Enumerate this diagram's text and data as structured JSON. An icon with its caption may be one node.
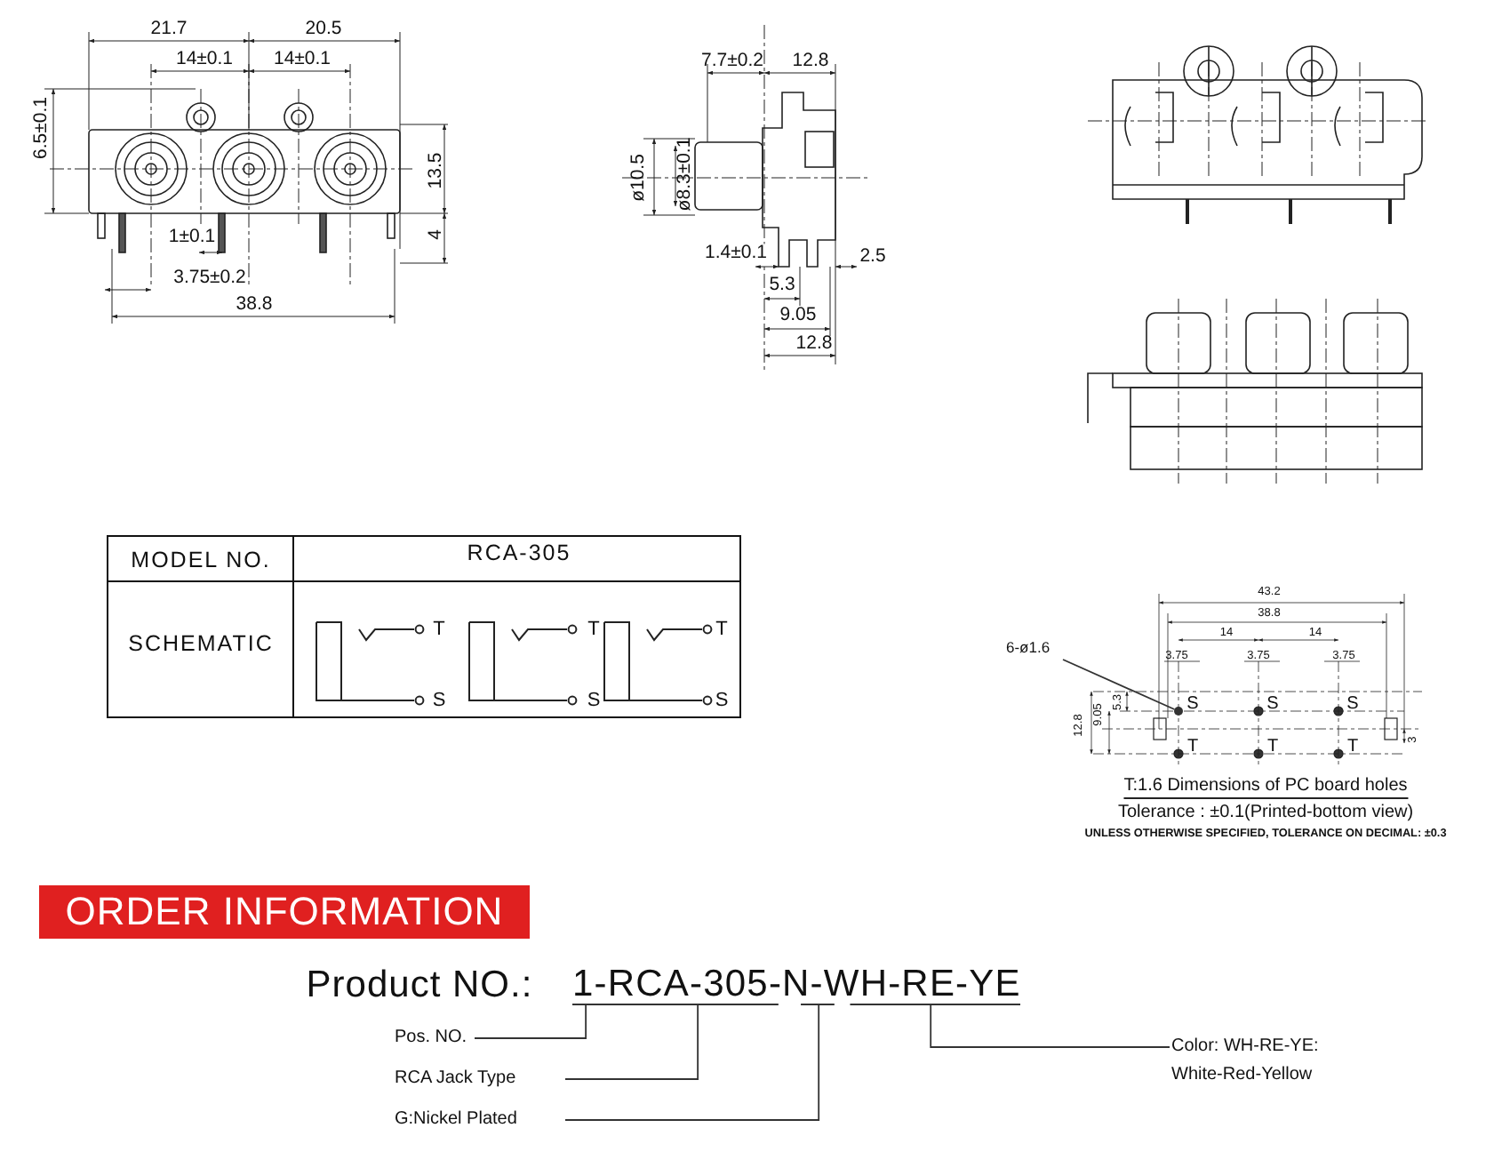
{
  "diagram": {
    "nodes": [
      {
        "text": [
          "Pos. NO."
        ]
      },
      {
        "text": [
          "RCA Jack Type"
        ]
      },
      {
        "text": [
          "G:Nickel Plated"
        ]
      },
      {
        "text": [
          "Color: WH-RE-YE: White-Red-Yellow"
        ]
      },
      {
        "text": [
          "6-ø1.6"
        ]
      },
      {
        "text": [
          "1-RCA-305-N-WH-RE-YE"
        ]
      },
      {
        "text": [],
        "shape": "circle"
      }
    ],
    "edges": [
      {
        "from": 0,
        "to": 5,
        "arrow": "none"
      },
      {
        "from": 1,
        "to": 5,
        "arrow": "none"
      },
      {
        "from": 2,
        "to": 5,
        "arrow": "none"
      },
      {
        "from": 3,
        "to": 5,
        "arrow": "none"
      },
      {
        "from": 4,
        "to": 6,
        "arrow": "none"
      }
    ],
    "labels": [
      "21.7",
      "20.5",
      "14±0.1",
      "14±0.1",
      "6.5±0.1",
      "13.5",
      "4",
      "1±0.1",
      "3.75±0.2",
      "38.8",
      "7.7±0.2",
      "12.8",
      "ø10.5",
      "ø8.3±0.1",
      "1.4±0.1",
      "2.5",
      "5.3",
      "9.05",
      "12.8",
      "MODEL NO.",
      "RCA-305",
      "SCHEMATIC",
      "T",
      "T",
      "T",
      "S",
      "S",
      "S",
      "43.2",
      "38.8",
      "14",
      "14",
      "3.75",
      "3.75",
      "3.75",
      "12.8",
      "9.05",
      "5.3",
      "3",
      "S",
      "S",
      "S",
      "T",
      "T",
      "T",
      "T:1.6 Dimensions of PC board holes",
      "Tolerance : ±0.1(Printed-bottom view)",
      "UNLESS OTHERWISE SPECIFIED, TOLERANCE ON DECIMAL: ±0.3",
      "ORDER INFORMATION",
      "Product NO.:"
    ]
  }
}
